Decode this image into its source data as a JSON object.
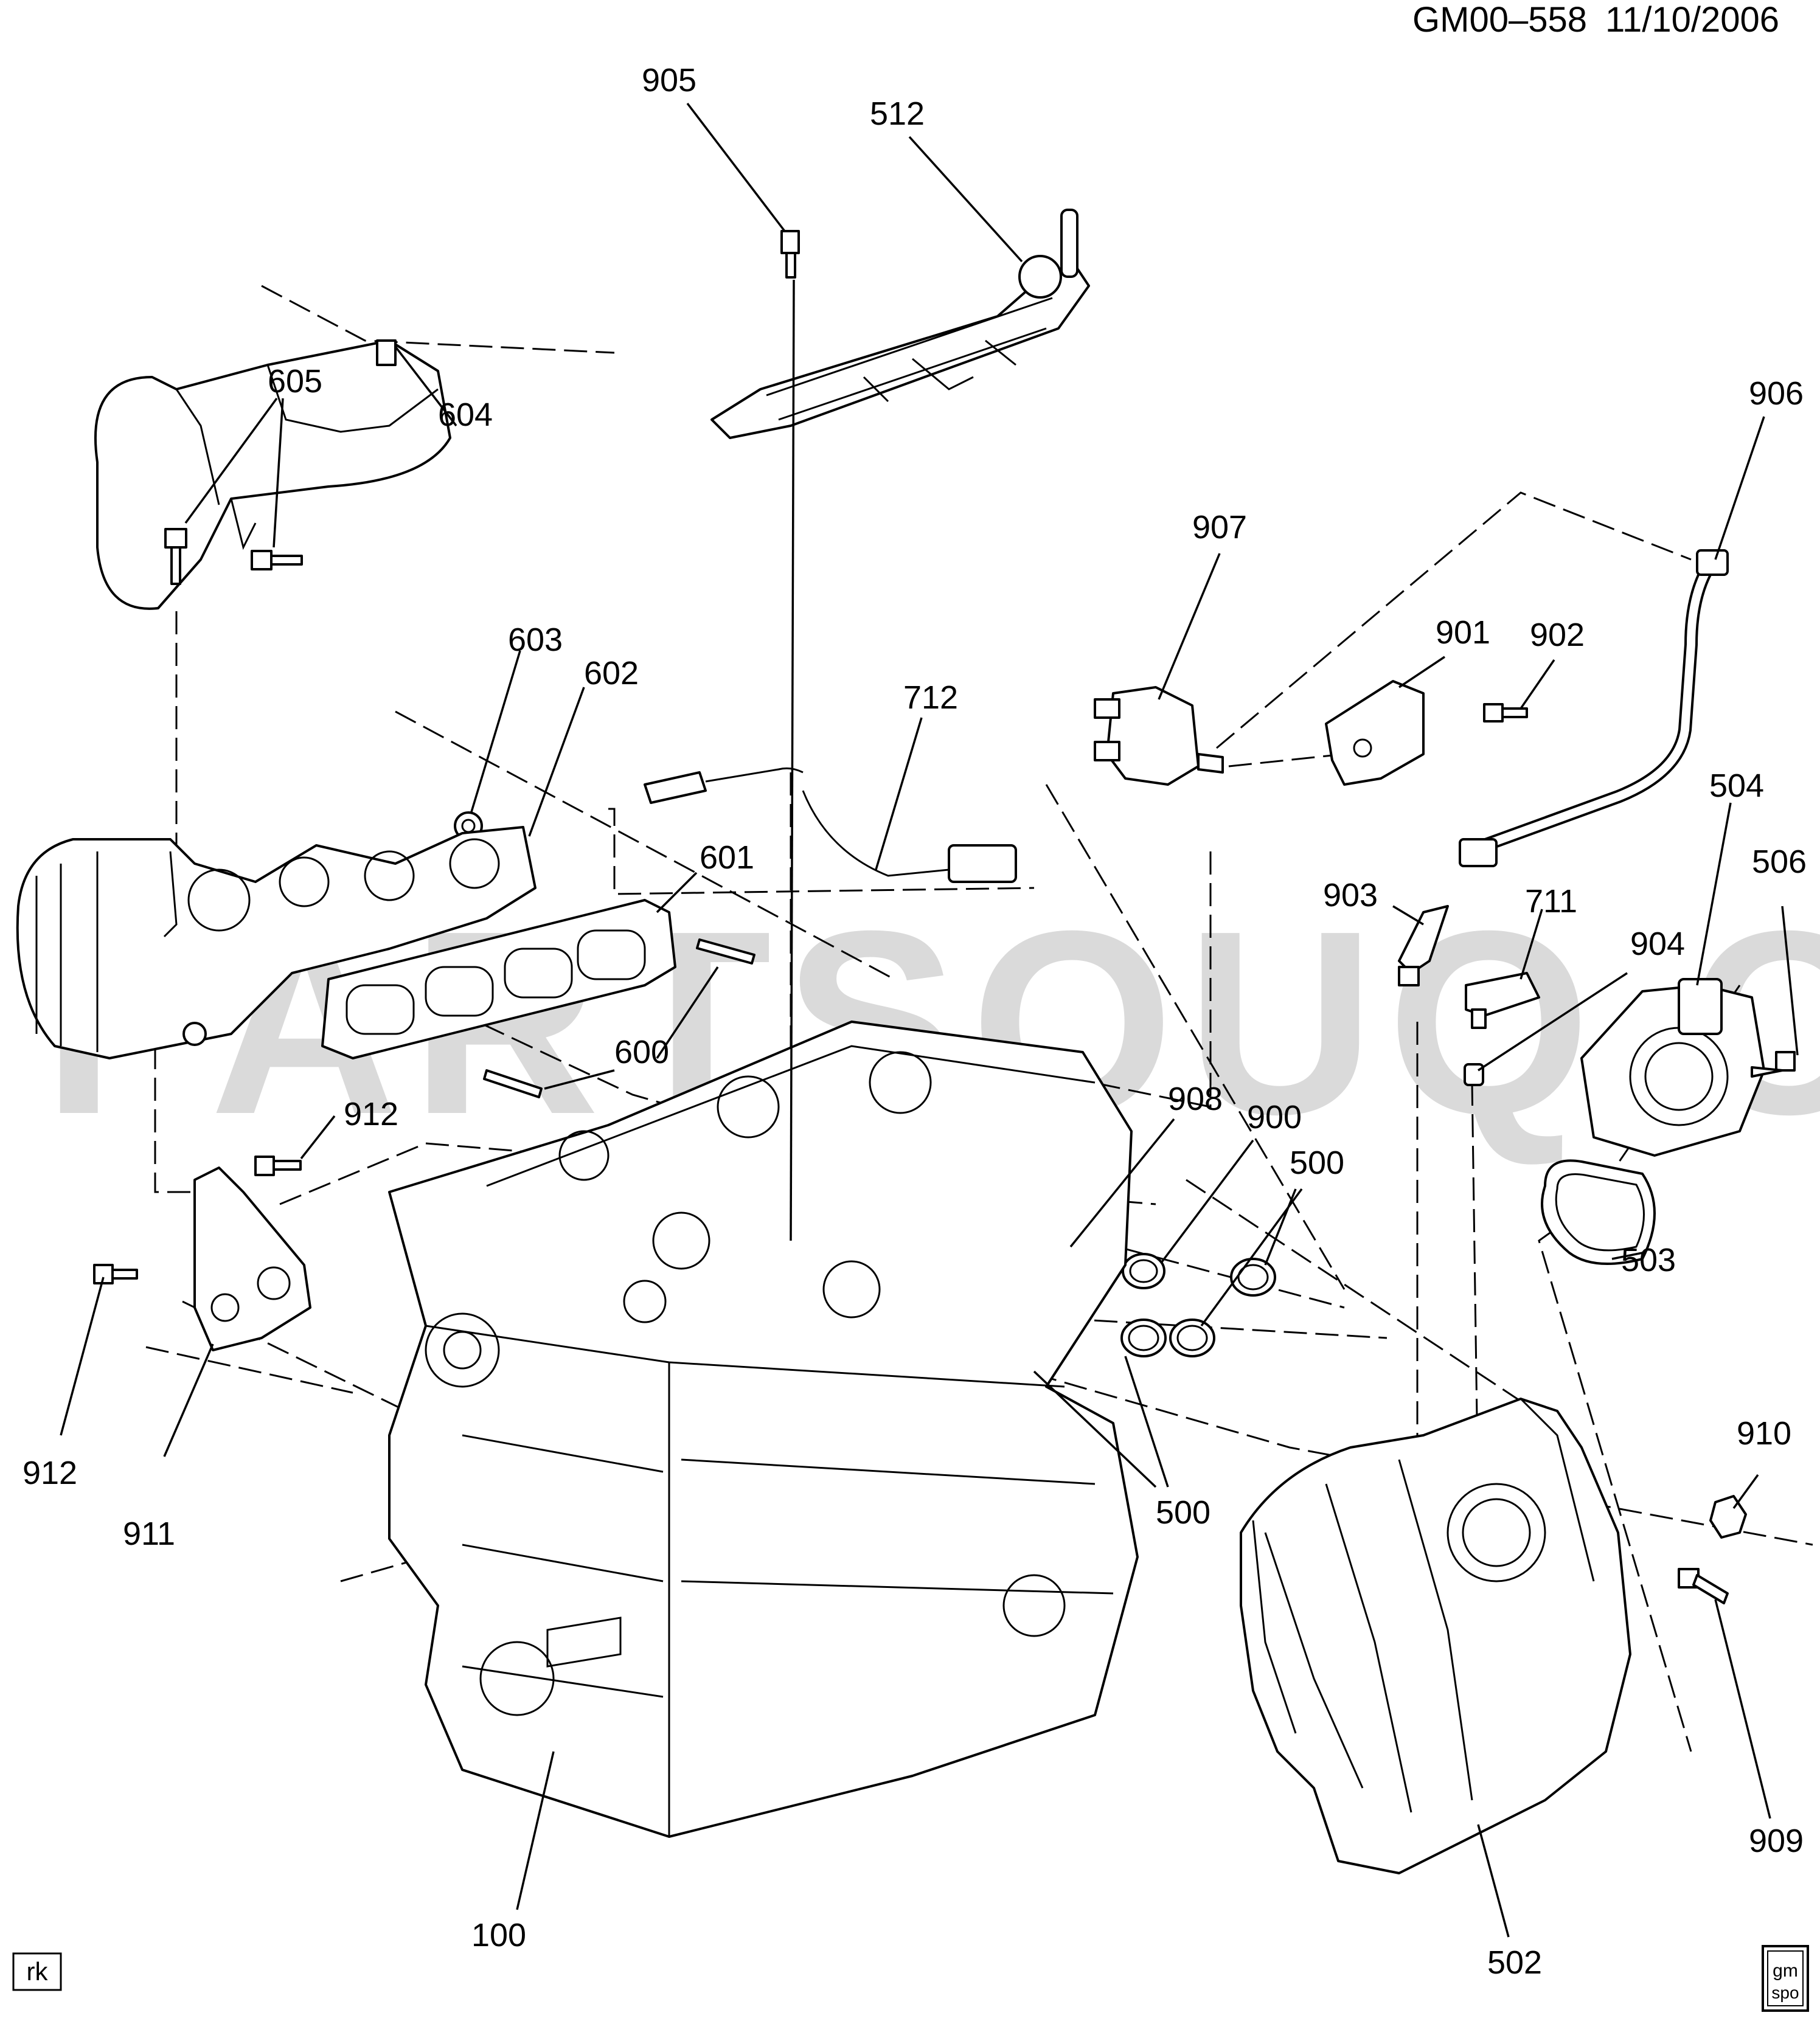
{
  "header": {
    "code": "GM00–558",
    "date": "11/10/2006"
  },
  "watermark": "PARTSOUQ.COM",
  "footer": {
    "initials": "rk",
    "logo_top": "gm",
    "logo_bottom": "spo"
  },
  "callouts": {
    "c905": "905",
    "c512": "512",
    "c605": "605",
    "c604": "604",
    "c603": "603",
    "c602": "602",
    "c601": "601",
    "c600": "600",
    "c712": "712",
    "c907": "907",
    "c901": "901",
    "c902": "902",
    "c906": "906",
    "c504": "504",
    "c506": "506",
    "c903": "903",
    "c711": "711",
    "c904": "904",
    "c912a": "912",
    "c912b": "912",
    "c911": "911",
    "c908": "908",
    "c900": "900",
    "c500a": "500",
    "c500b": "500",
    "c503": "503",
    "c910": "910",
    "c909": "909",
    "c100": "100",
    "c502": "502"
  }
}
